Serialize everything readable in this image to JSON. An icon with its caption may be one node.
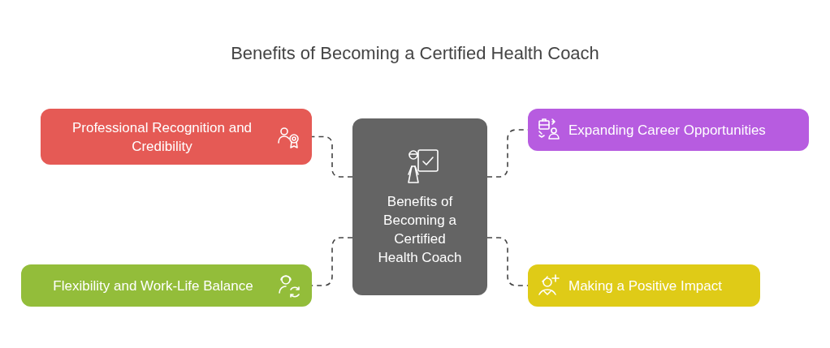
{
  "diagram": {
    "title": "Benefits of Becoming a Certified Health Coach",
    "nodes": [
      {
        "text": [
          "Benefits of Becoming a Certified Health Coach"
        ]
      },
      {
        "text": [
          "Professional Recognition and Credibility"
        ]
      },
      {
        "text": [
          "Expanding Career Opportunities"
        ]
      },
      {
        "text": [
          "Flexibility and Work-Life Balance"
        ]
      },
      {
        "text": [
          "Making a Positive Impact"
        ]
      }
    ],
    "edges": [
      {
        "from": 0,
        "to": 1,
        "arrow": "none",
        "style": "dashed"
      },
      {
        "from": 0,
        "to": 2,
        "arrow": "none",
        "style": "dashed"
      },
      {
        "from": 0,
        "to": 3,
        "arrow": "none",
        "style": "dashed"
      },
      {
        "from": 0,
        "to": 4,
        "arrow": "none",
        "style": "dashed"
      }
    ]
  }
}
